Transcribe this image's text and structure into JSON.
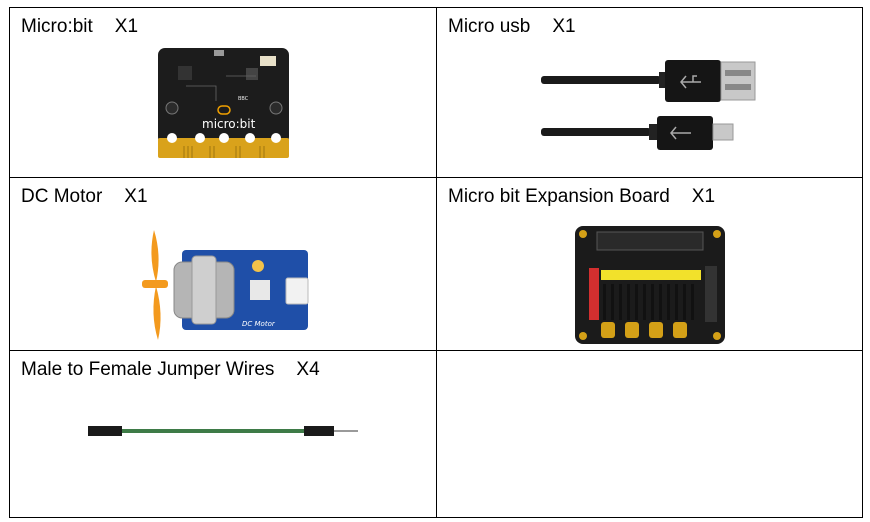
{
  "items": [
    {
      "name": "Micro:bit",
      "qty": "X1"
    },
    {
      "name": "Micro usb",
      "qty": "X1"
    },
    {
      "name": "DC Motor",
      "qty": "X1"
    },
    {
      "name": "Micro bit Expansion Board",
      "qty": "X1"
    },
    {
      "name": "Male to Female Jumper Wires",
      "qty": "X4"
    }
  ],
  "images": {
    "microbit_logo": "micro:bit",
    "microbit_brand": "BBC",
    "motor_board_label": "DC Motor"
  }
}
